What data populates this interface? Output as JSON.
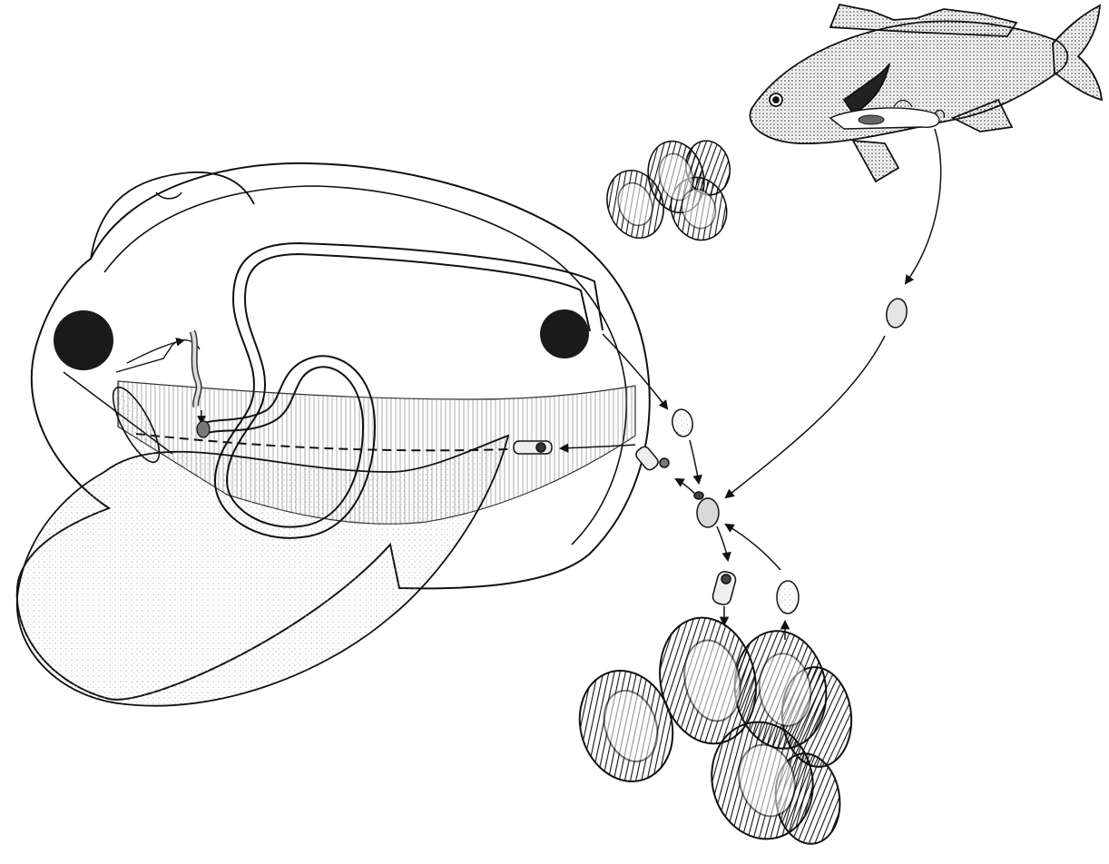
{
  "diagram": {
    "kind": "parasite life cycle illustration",
    "text_labels": []
  },
  "colors": {
    "ink": "#111111",
    "paper": "#ffffff",
    "stipple": "#9a9a9a",
    "egg_fill": "#d9d9d9",
    "dark_spot": "#1a1a1a"
  },
  "parts": [
    {
      "id": "host-fish",
      "icon": "fish-icon"
    },
    {
      "id": "small-clam-cluster",
      "icon": "clam-cluster-icon"
    },
    {
      "id": "large-clam-cluster",
      "icon": "clam-cluster-icon"
    },
    {
      "id": "clam-anatomy",
      "icon": "clam-anatomy-icon"
    },
    {
      "id": "egg-from-fish",
      "icon": "egg-icon"
    },
    {
      "id": "central-larva",
      "icon": "larva-icon"
    },
    {
      "id": "egg-from-clams",
      "icon": "egg-icon"
    },
    {
      "id": "larva-to-clams",
      "icon": "larva-icon"
    },
    {
      "id": "egg-from-clam-body",
      "icon": "egg-icon"
    },
    {
      "id": "larva-entering-clam",
      "icon": "larva-icon"
    }
  ]
}
